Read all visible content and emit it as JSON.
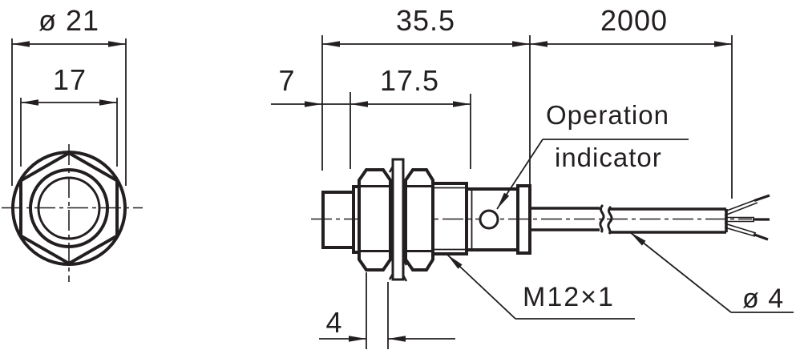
{
  "drawing": {
    "type": "engineering-dimension-drawing",
    "subject": "M12 cylindrical proximity sensor, front view and side view with cable",
    "colors": {
      "line": "#231f20",
      "background": "#ffffff"
    },
    "front_view": {
      "dim_outer_diameter": "ø 21",
      "dim_across_flats": "17"
    },
    "side_view": {
      "dim_housing_length": "35.5",
      "dim_cable_length": "2000",
      "dim_tip_length": "7",
      "dim_thread_length": "17.5",
      "dim_nut_thickness": "4",
      "label_indicator_line1": "Operation",
      "label_indicator_line2": "indicator",
      "label_thread": "M12×1",
      "dim_cable_diameter": "ø 4"
    }
  }
}
